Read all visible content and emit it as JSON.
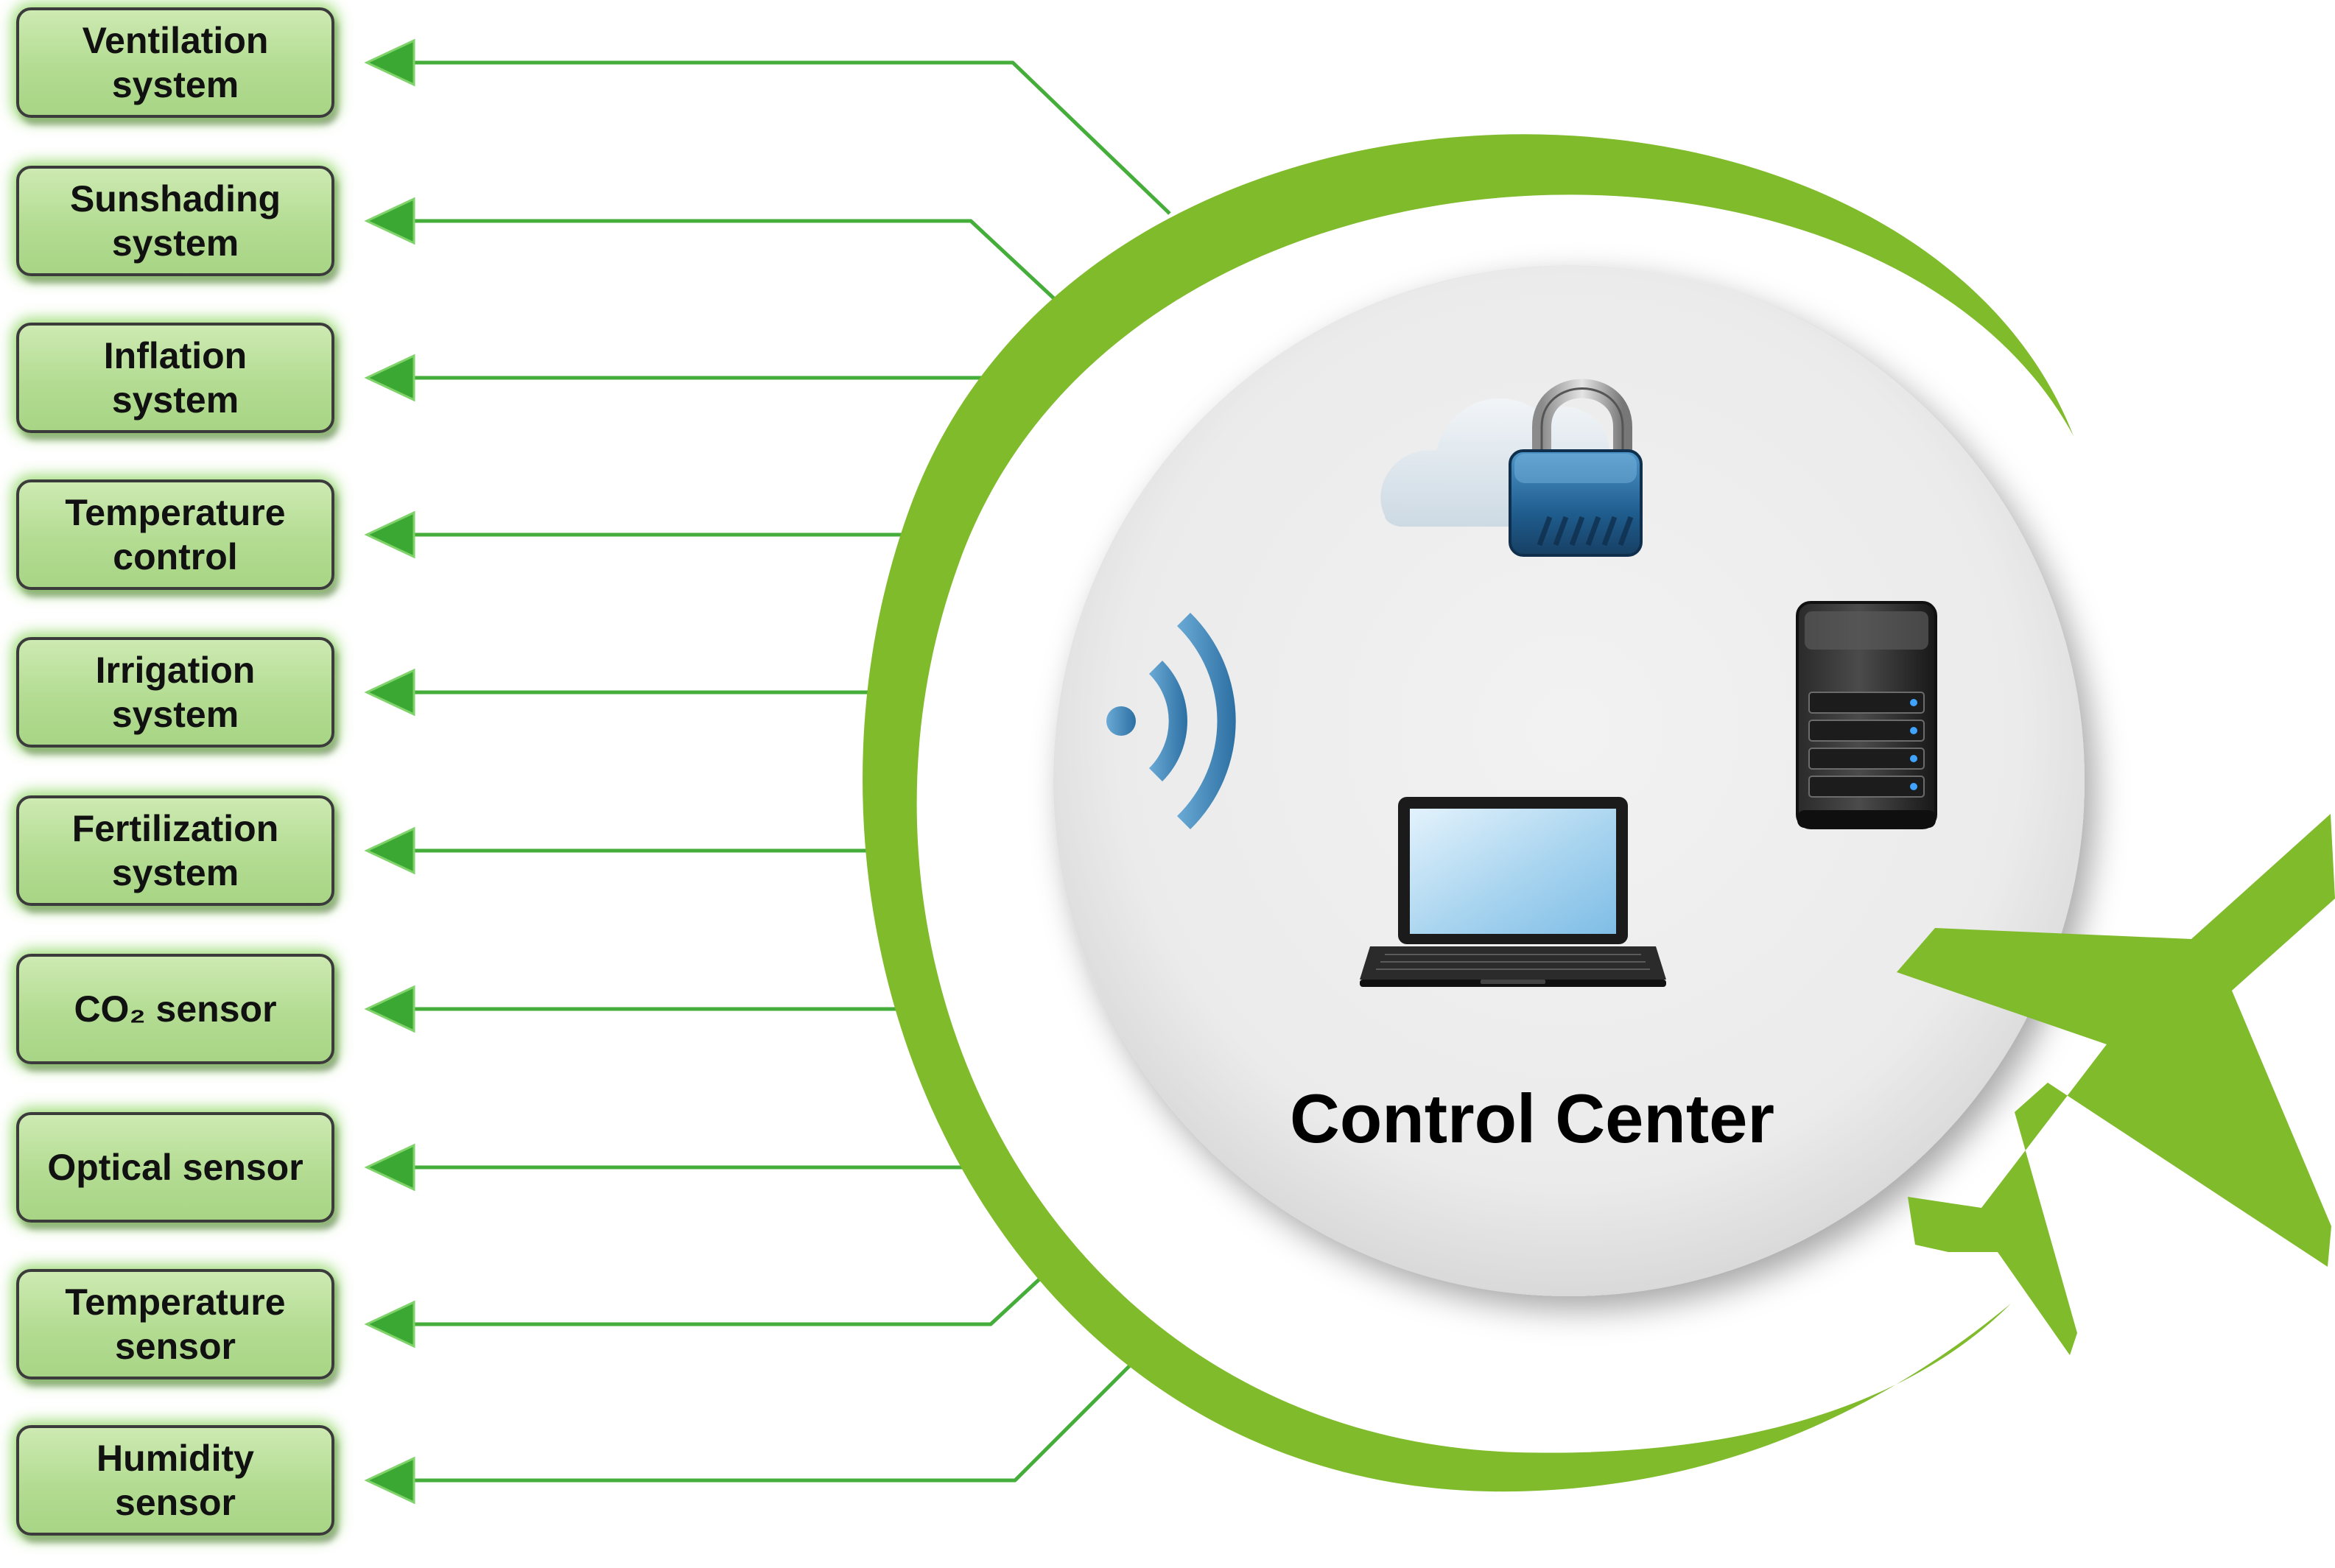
{
  "modules": [
    {
      "label": "Ventilation\nsystem"
    },
    {
      "label": "Sunshading\nsystem"
    },
    {
      "label": "Inflation\nsystem"
    },
    {
      "label": "Temperature\ncontrol"
    },
    {
      "label": "Irrigation\nsystem"
    },
    {
      "label": "Fertilization\nsystem"
    },
    {
      "label": "CO₂ sensor"
    },
    {
      "label": "Optical sensor"
    },
    {
      "label": "Temperature\nsensor"
    },
    {
      "label": "Humidity\nsensor"
    }
  ],
  "center": {
    "title": "Control Center",
    "icons": [
      "cloud-icon",
      "padlock-icon",
      "wifi-signal-icon",
      "server-icon",
      "laptop-icon"
    ]
  },
  "colors": {
    "ring": "#7fbb2a",
    "arrow": "#3aa832",
    "module_fill": "#b3dc92",
    "module_border": "#3b3b3b",
    "icon_blue": "#2f6e9e"
  }
}
